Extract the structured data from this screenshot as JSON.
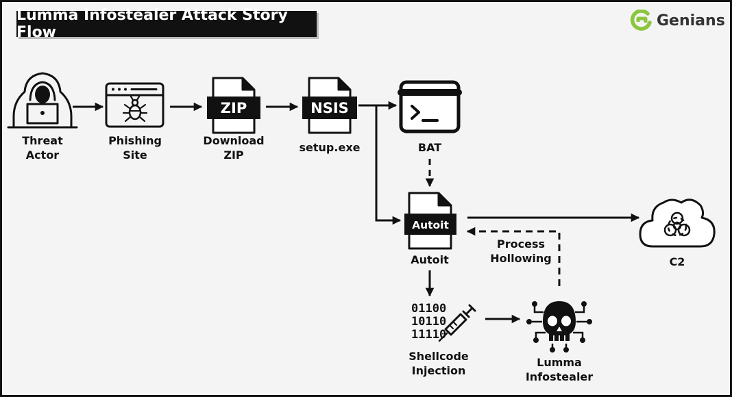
{
  "title": "Lumma Infostealer Attack Story Flow",
  "brand": {
    "name": "Genians",
    "accent": "#8cc63f"
  },
  "nodes": {
    "threat_actor": {
      "line1": "Threat",
      "line2": "Actor",
      "icon": "hacker-icon"
    },
    "phishing_site": {
      "line1": "Phishing",
      "line2": "Site",
      "icon": "browser-bug-icon"
    },
    "download_zip": {
      "badge": "ZIP",
      "line1": "Download",
      "line2": "ZIP",
      "icon": "zip-file-icon"
    },
    "setup_exe": {
      "badge": "NSIS",
      "label": "setup.exe",
      "icon": "nsis-file-icon"
    },
    "bat": {
      "label": "BAT",
      "icon": "terminal-icon"
    },
    "autoit": {
      "badge": "Autoit",
      "label": "Autoit",
      "icon": "autoit-file-icon"
    },
    "c2": {
      "label": "C2",
      "icon": "biohazard-cloud-icon"
    },
    "shellcode": {
      "binary": [
        "01100",
        "10110",
        "11110"
      ],
      "line1": "Shellcode",
      "line2": "Injection",
      "icon": "binary-syringe-icon"
    },
    "lumma": {
      "line1": "Lumma",
      "line2": "Infostealer",
      "icon": "skull-circuit-icon"
    }
  },
  "edges": {
    "process_hollowing": {
      "line1": "Process",
      "line2": "Hollowing"
    }
  },
  "colors": {
    "ink": "#111111",
    "background": "#f4f4f4"
  }
}
